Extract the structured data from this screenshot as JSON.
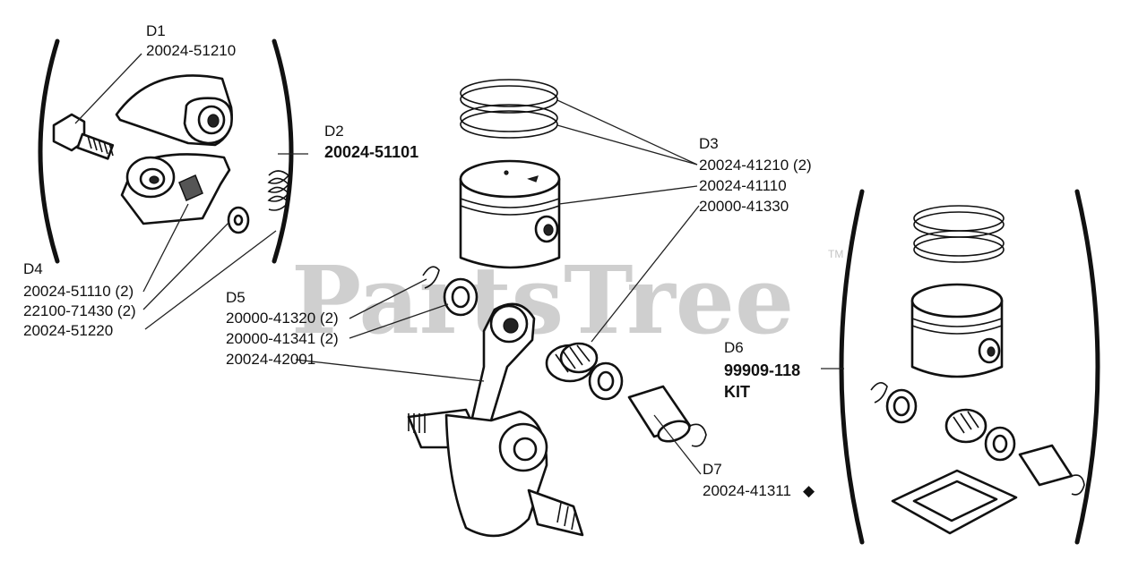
{
  "watermark": {
    "text": "PartsTree",
    "trademark": "TM"
  },
  "callouts": {
    "d1": {
      "ref": "D1",
      "part": "20024-51210"
    },
    "d2": {
      "ref": "D2",
      "part": "20024-51101"
    },
    "d3": {
      "ref": "D3",
      "parts": [
        "20024-41210 (2)",
        "20024-41110",
        "20000-41330"
      ]
    },
    "d4": {
      "ref": "D4",
      "parts": [
        "20024-51110 (2)",
        "22100-71430 (2)",
        "20024-51220"
      ]
    },
    "d5": {
      "ref": "D5",
      "parts": [
        "20000-41320 (2)",
        "20000-41341 (2)",
        "20024-42001"
      ]
    },
    "d6": {
      "ref": "D6",
      "part": "99909-118",
      "note": "KIT"
    },
    "d7": {
      "ref": "D7",
      "part": "20024-41311",
      "mark": "◆"
    }
  },
  "colors": {
    "line": "#111111",
    "watermark": "#cfcfcf",
    "background": "#ffffff"
  }
}
